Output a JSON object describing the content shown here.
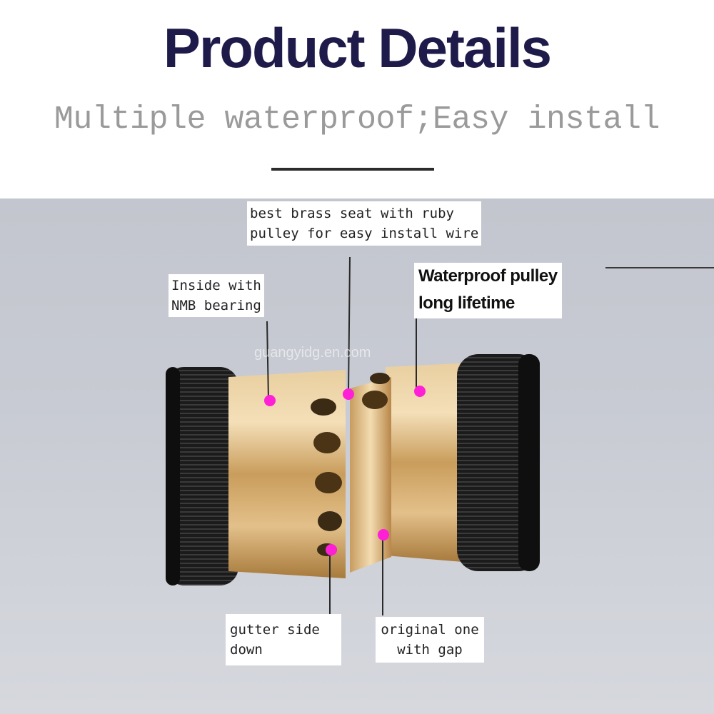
{
  "header": {
    "title": "Product Details",
    "subtitle": "Multiple waterproof;Easy install"
  },
  "watermark": "guangyidg.en.com",
  "callouts": {
    "brass_seat": {
      "line1": "best brass seat with ruby",
      "line2": "pulley for easy install wire"
    },
    "nmb_bearing": {
      "line1": "Inside with",
      "line2": "NMB bearing"
    },
    "waterproof": {
      "line1": "Waterproof pulley",
      "line2": "long lifetime"
    },
    "gutter": {
      "line1": "gutter side",
      "line2": "down"
    },
    "original": {
      "line1": "original one",
      "line2": "with gap"
    }
  },
  "colors": {
    "title": "#1e1a4a",
    "subtitle": "#9a9a9a",
    "marker": "#ff1fd6",
    "brass": "#d9b77a",
    "knob": "#1a1a1a"
  }
}
